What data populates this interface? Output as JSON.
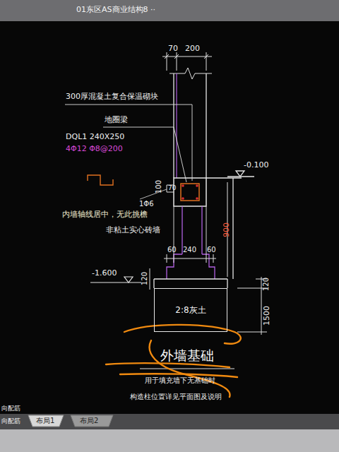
{
  "diagram": {
    "title": "外墙基础",
    "nodes": [
      {
        "text": [
          "2:8灰土"
        ]
      }
    ],
    "labels": [
      "01东区AS商业结构8 ··",
      "70",
      "200",
      "300厚混凝土复合保温砌块",
      "地圈梁",
      "DQL1 240X250",
      "4Φ12 Φ8@200",
      "-0.100",
      "100",
      "70",
      "1Φ6",
      "内墙轴线居中，无此挑檐",
      "非粘土实心砖墙",
      "900",
      "60",
      "240",
      "60",
      "-1.600",
      "120",
      "120",
      "1500",
      "用于填充墙下无基础时",
      "构造柱位置详见平面图及说明",
      "向配筋",
      "向配筋",
      "布局1",
      "布局2"
    ]
  }
}
